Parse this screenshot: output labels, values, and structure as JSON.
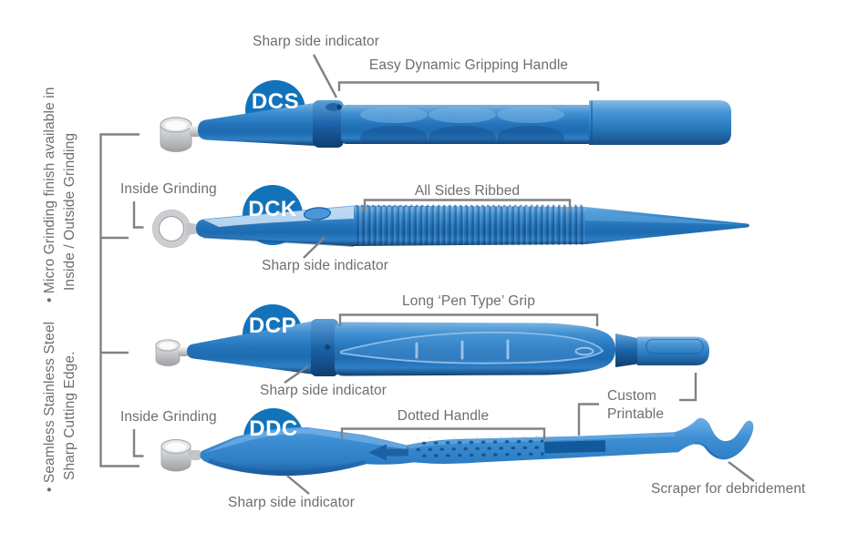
{
  "side_notes": [
    {
      "line1": "• Micro Grinding finish available in",
      "line2": "Inside / Outside Grinding"
    },
    {
      "line1": "• Seamless Stainless Steel",
      "line2": "Sharp Cutting Edge."
    }
  ],
  "instruments": [
    {
      "code": "DCS"
    },
    {
      "code": "DCK"
    },
    {
      "code": "DCP"
    },
    {
      "code": "DDC"
    }
  ],
  "annotations": {
    "sharp_side_indicator_dcs": "Sharp side indicator",
    "easy_dynamic_gripping_handle": "Easy Dynamic Gripping Handle",
    "inside_grinding_dck": "Inside Grinding",
    "all_sides_ribbed": "All Sides Ribbed",
    "sharp_side_indicator_dck": "Sharp side indicator",
    "long_pen_type_grip": "Long ‘Pen Type’ Grip",
    "sharp_side_indicator_dcp": "Sharp side indicator",
    "inside_grinding_ddc": "Inside Grinding",
    "dotted_handle": "Dotted Handle",
    "custom_printable_line1": "Custom",
    "custom_printable_line2": "Printable",
    "sharp_side_indicator_ddc": "Sharp side indicator",
    "scraper_for_debridement": "Scraper for debridement"
  },
  "colors": {
    "label_text": "#6d6e71",
    "annotation_line": "#808285",
    "badge_blue": "#1273bb",
    "instrument_blue": "#2b7dc1",
    "instrument_blue_dark": "#174f86",
    "instrument_blue_light": "#6aa9dd",
    "metal_gray": "#c9cbcd"
  }
}
